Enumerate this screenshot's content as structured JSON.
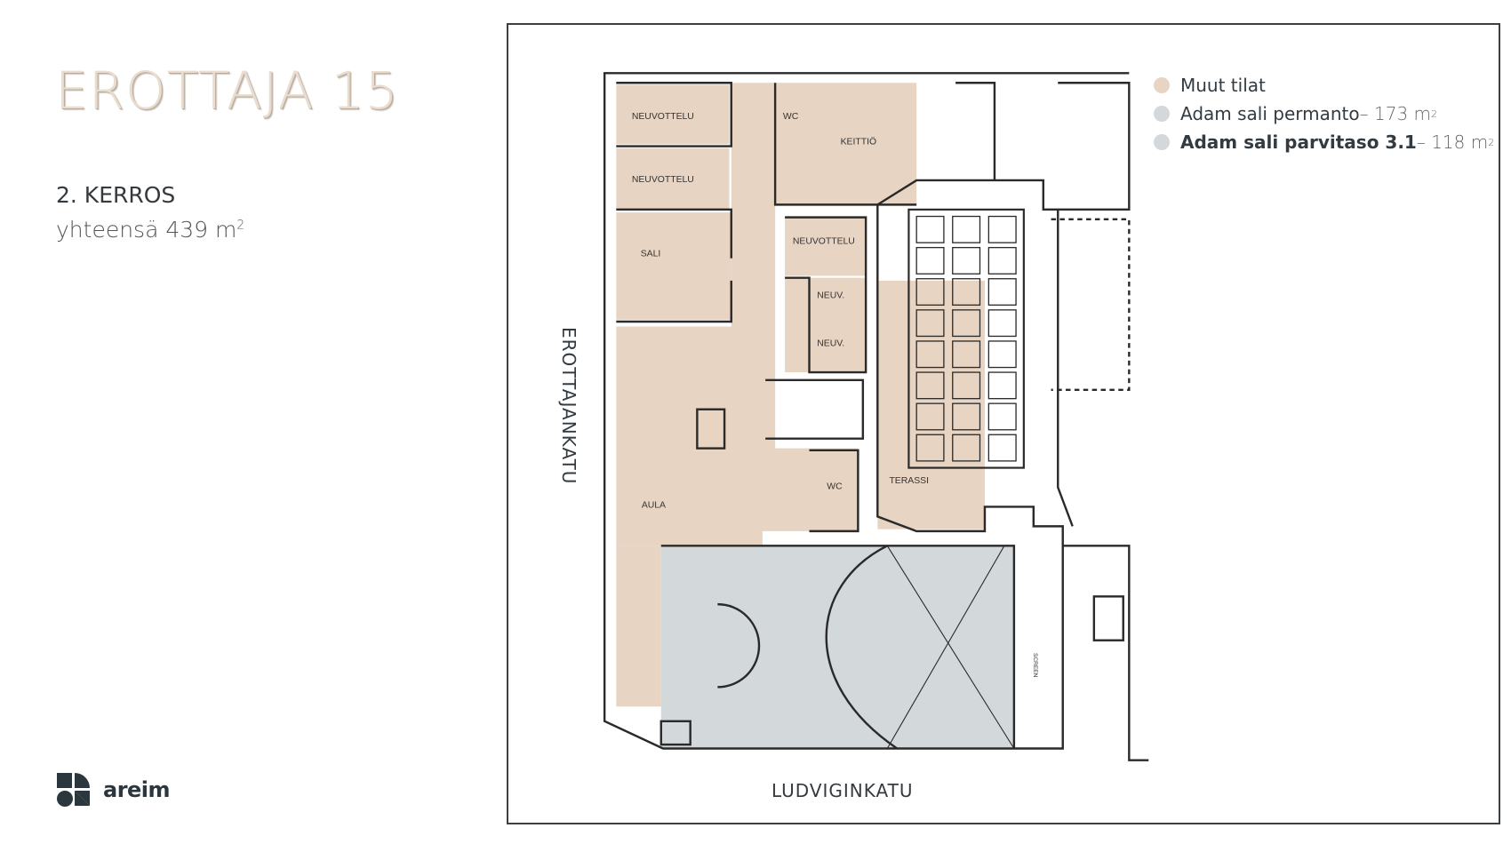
{
  "header": {
    "title": "EROTTAJA 15",
    "floor": "2. KERROS",
    "total_prefix": "yhteensä 439 m",
    "total_sup": "2"
  },
  "legend": [
    {
      "label": "Muut tilat",
      "area": "",
      "sup": "",
      "color": "#e8d4c2"
    },
    {
      "label": "Adam sali permanto",
      "area": " – 173 m",
      "sup": "2",
      "color": "#d3d8da"
    },
    {
      "label": "Adam sali parvitaso 3.1",
      "area": " – 118 m",
      "sup": "2",
      "color": "#d3d8da"
    }
  ],
  "streets": {
    "left": "EROTTAJANKATU",
    "bottom": "LUDVIGINKATU"
  },
  "rooms": {
    "neuvottelu1": "NEUVOTTELU",
    "neuvottelu2": "NEUVOTTELU",
    "neuvottelu3": "NEUVOTTELU",
    "sali": "SALI",
    "neuv1": "NEUV.",
    "neuv2": "NEUV.",
    "wc1": "WC",
    "wc2": "WC",
    "keittio": "KEITTIÖ",
    "terassi": "TERASSI",
    "aula": "AULA",
    "screen": "SCREEN"
  },
  "brand": {
    "name": "areim"
  },
  "colors": {
    "beige": "#e8d4c2",
    "gray": "#d3d8da",
    "wall": "#2a2a2a"
  }
}
